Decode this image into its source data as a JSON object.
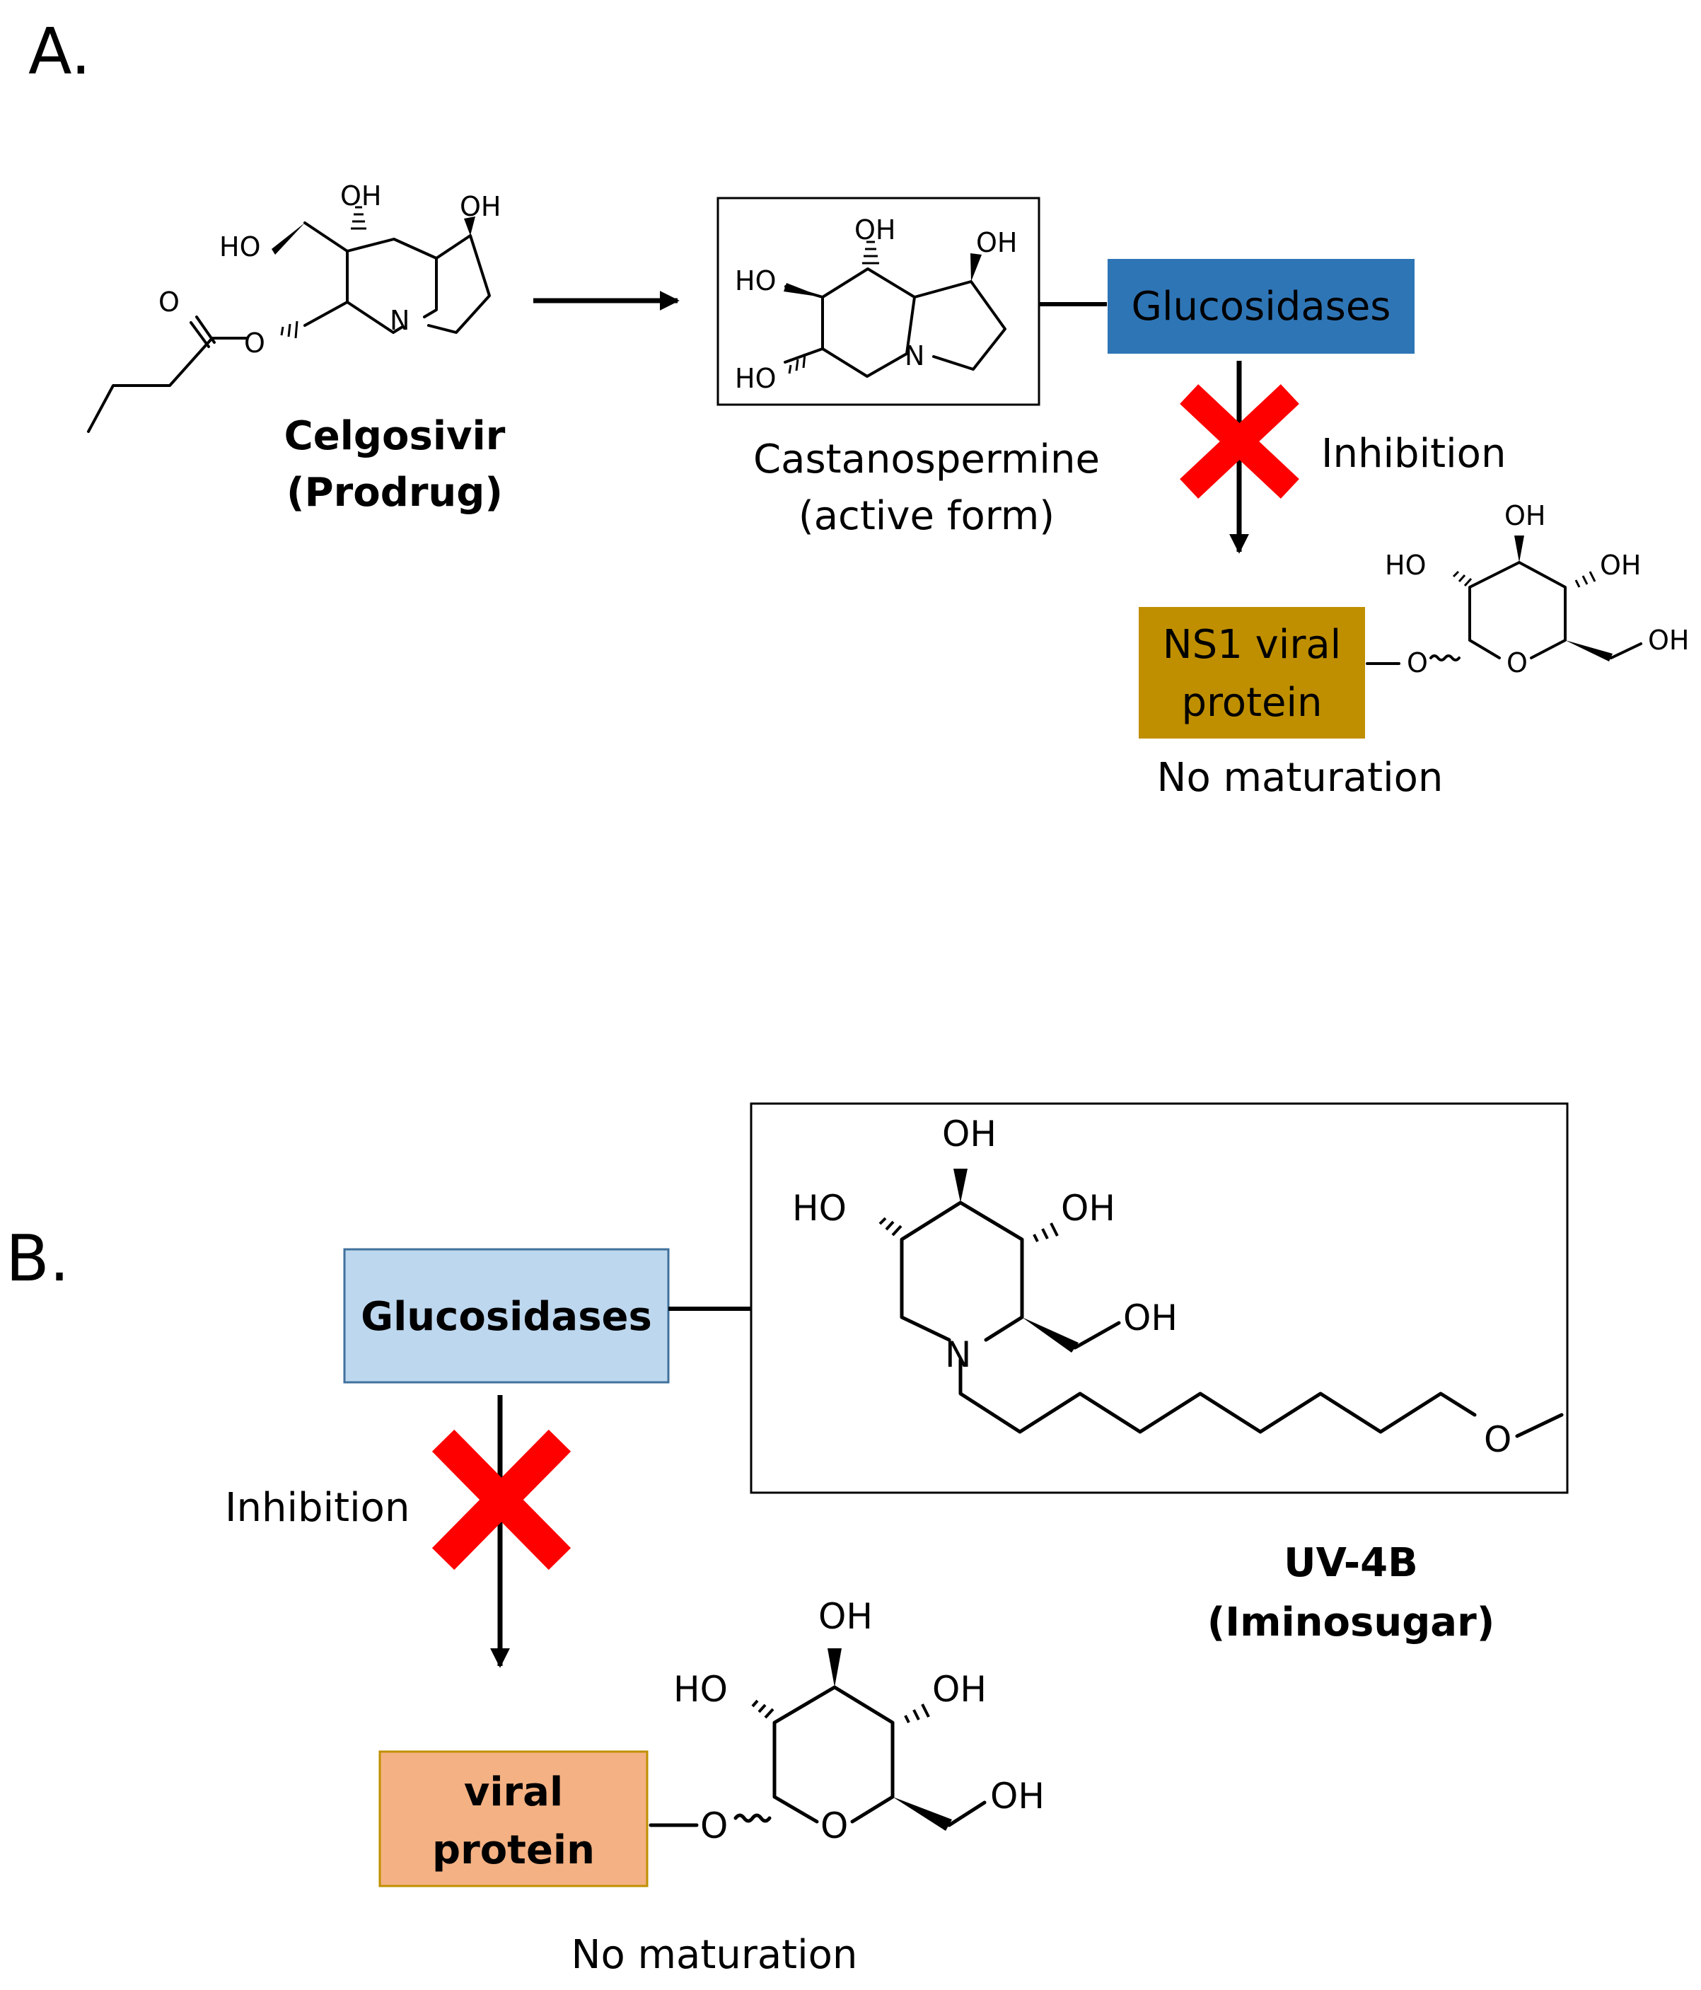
{
  "panel_a": {
    "label": "A.",
    "prodrug": {
      "name": "Celgosivir",
      "sub": "(Prodrug)"
    },
    "active": {
      "name": "Castanospermine",
      "sub": "(active form)"
    },
    "enzyme": {
      "label": "Glucosidases",
      "color": "#2E75B6"
    },
    "inhibition": "Inhibition",
    "protein": {
      "line1": "NS1 viral",
      "line2": "protein",
      "color": "#BF8F00"
    },
    "result": "No maturation"
  },
  "panel_b": {
    "label": "B.",
    "enzyme": {
      "label": "Glucosidases",
      "color": "#BDD7EE"
    },
    "inhibition": "Inhibition",
    "compound": {
      "name": "UV-4B",
      "sub": "(Iminosugar)"
    },
    "protein": {
      "line1": "viral",
      "line2": "protein",
      "color": "#F4B183"
    },
    "result": "No maturation"
  },
  "atoms": {
    "oh": "OH",
    "ho": "HO",
    "n": "N",
    "o": "O"
  },
  "colors": {
    "cross": "#FF0000"
  }
}
